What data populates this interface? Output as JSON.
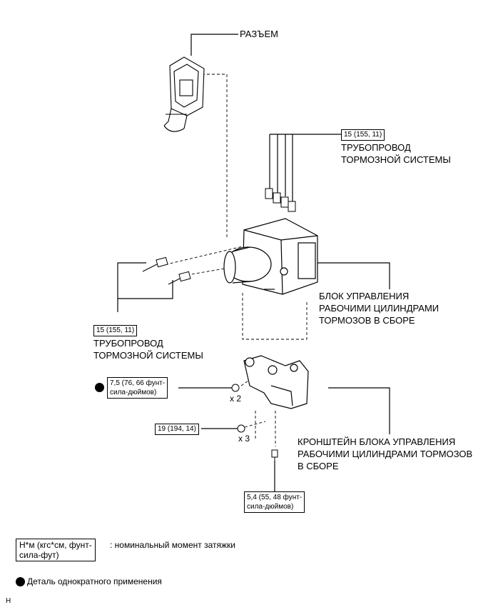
{
  "labels": {
    "connector": "РАЗЪЕМ",
    "brake_line_top_torque": "15 (155, 11)",
    "brake_line_top_line1": "ТРУБОПРОВОД",
    "brake_line_top_line2": "ТОРМОЗНОЙ СИСТЕМЫ",
    "actuator_line1": "БЛОК УПРАВЛЕНИЯ",
    "actuator_line2": "РАБОЧИМИ ЦИЛИНДРАМИ",
    "actuator_line3": "ТОРМОЗОВ В СБОРЕ",
    "brake_line_left_torque": "15 (155, 11)",
    "brake_line_left_line1": "ТРУБОПРОВОД",
    "brake_line_left_line2": "ТОРМОЗНОЙ СИСТЕМЫ",
    "nut_torque_line1": "7,5 (76, 66 фунт-",
    "nut_torque_line2": "сила-дюймов)",
    "nut_qty": "x 2",
    "bolt_torque": "19 (194, 14)",
    "bolt_qty": "x 3",
    "bracket_line1": "КРОНШТЕЙН БЛОКА УПРАВЛЕНИЯ",
    "bracket_line2": "РАБОЧИМИ ЦИЛИНДРАМИ ТОРМОЗОВ",
    "bracket_line3": "В СБОРЕ",
    "lower_bolt_torque_line1": "5,4 (55, 48 фунт-",
    "lower_bolt_torque_line2": "сила-дюймов)"
  },
  "legend": {
    "unit_line1": "Н*м (кгс*см, фунт-",
    "unit_line2": "сила-фут)",
    "unit_desc": ": номинальный момент затяжки",
    "single_use": "Деталь однократного применения"
  },
  "figure_code": "H"
}
